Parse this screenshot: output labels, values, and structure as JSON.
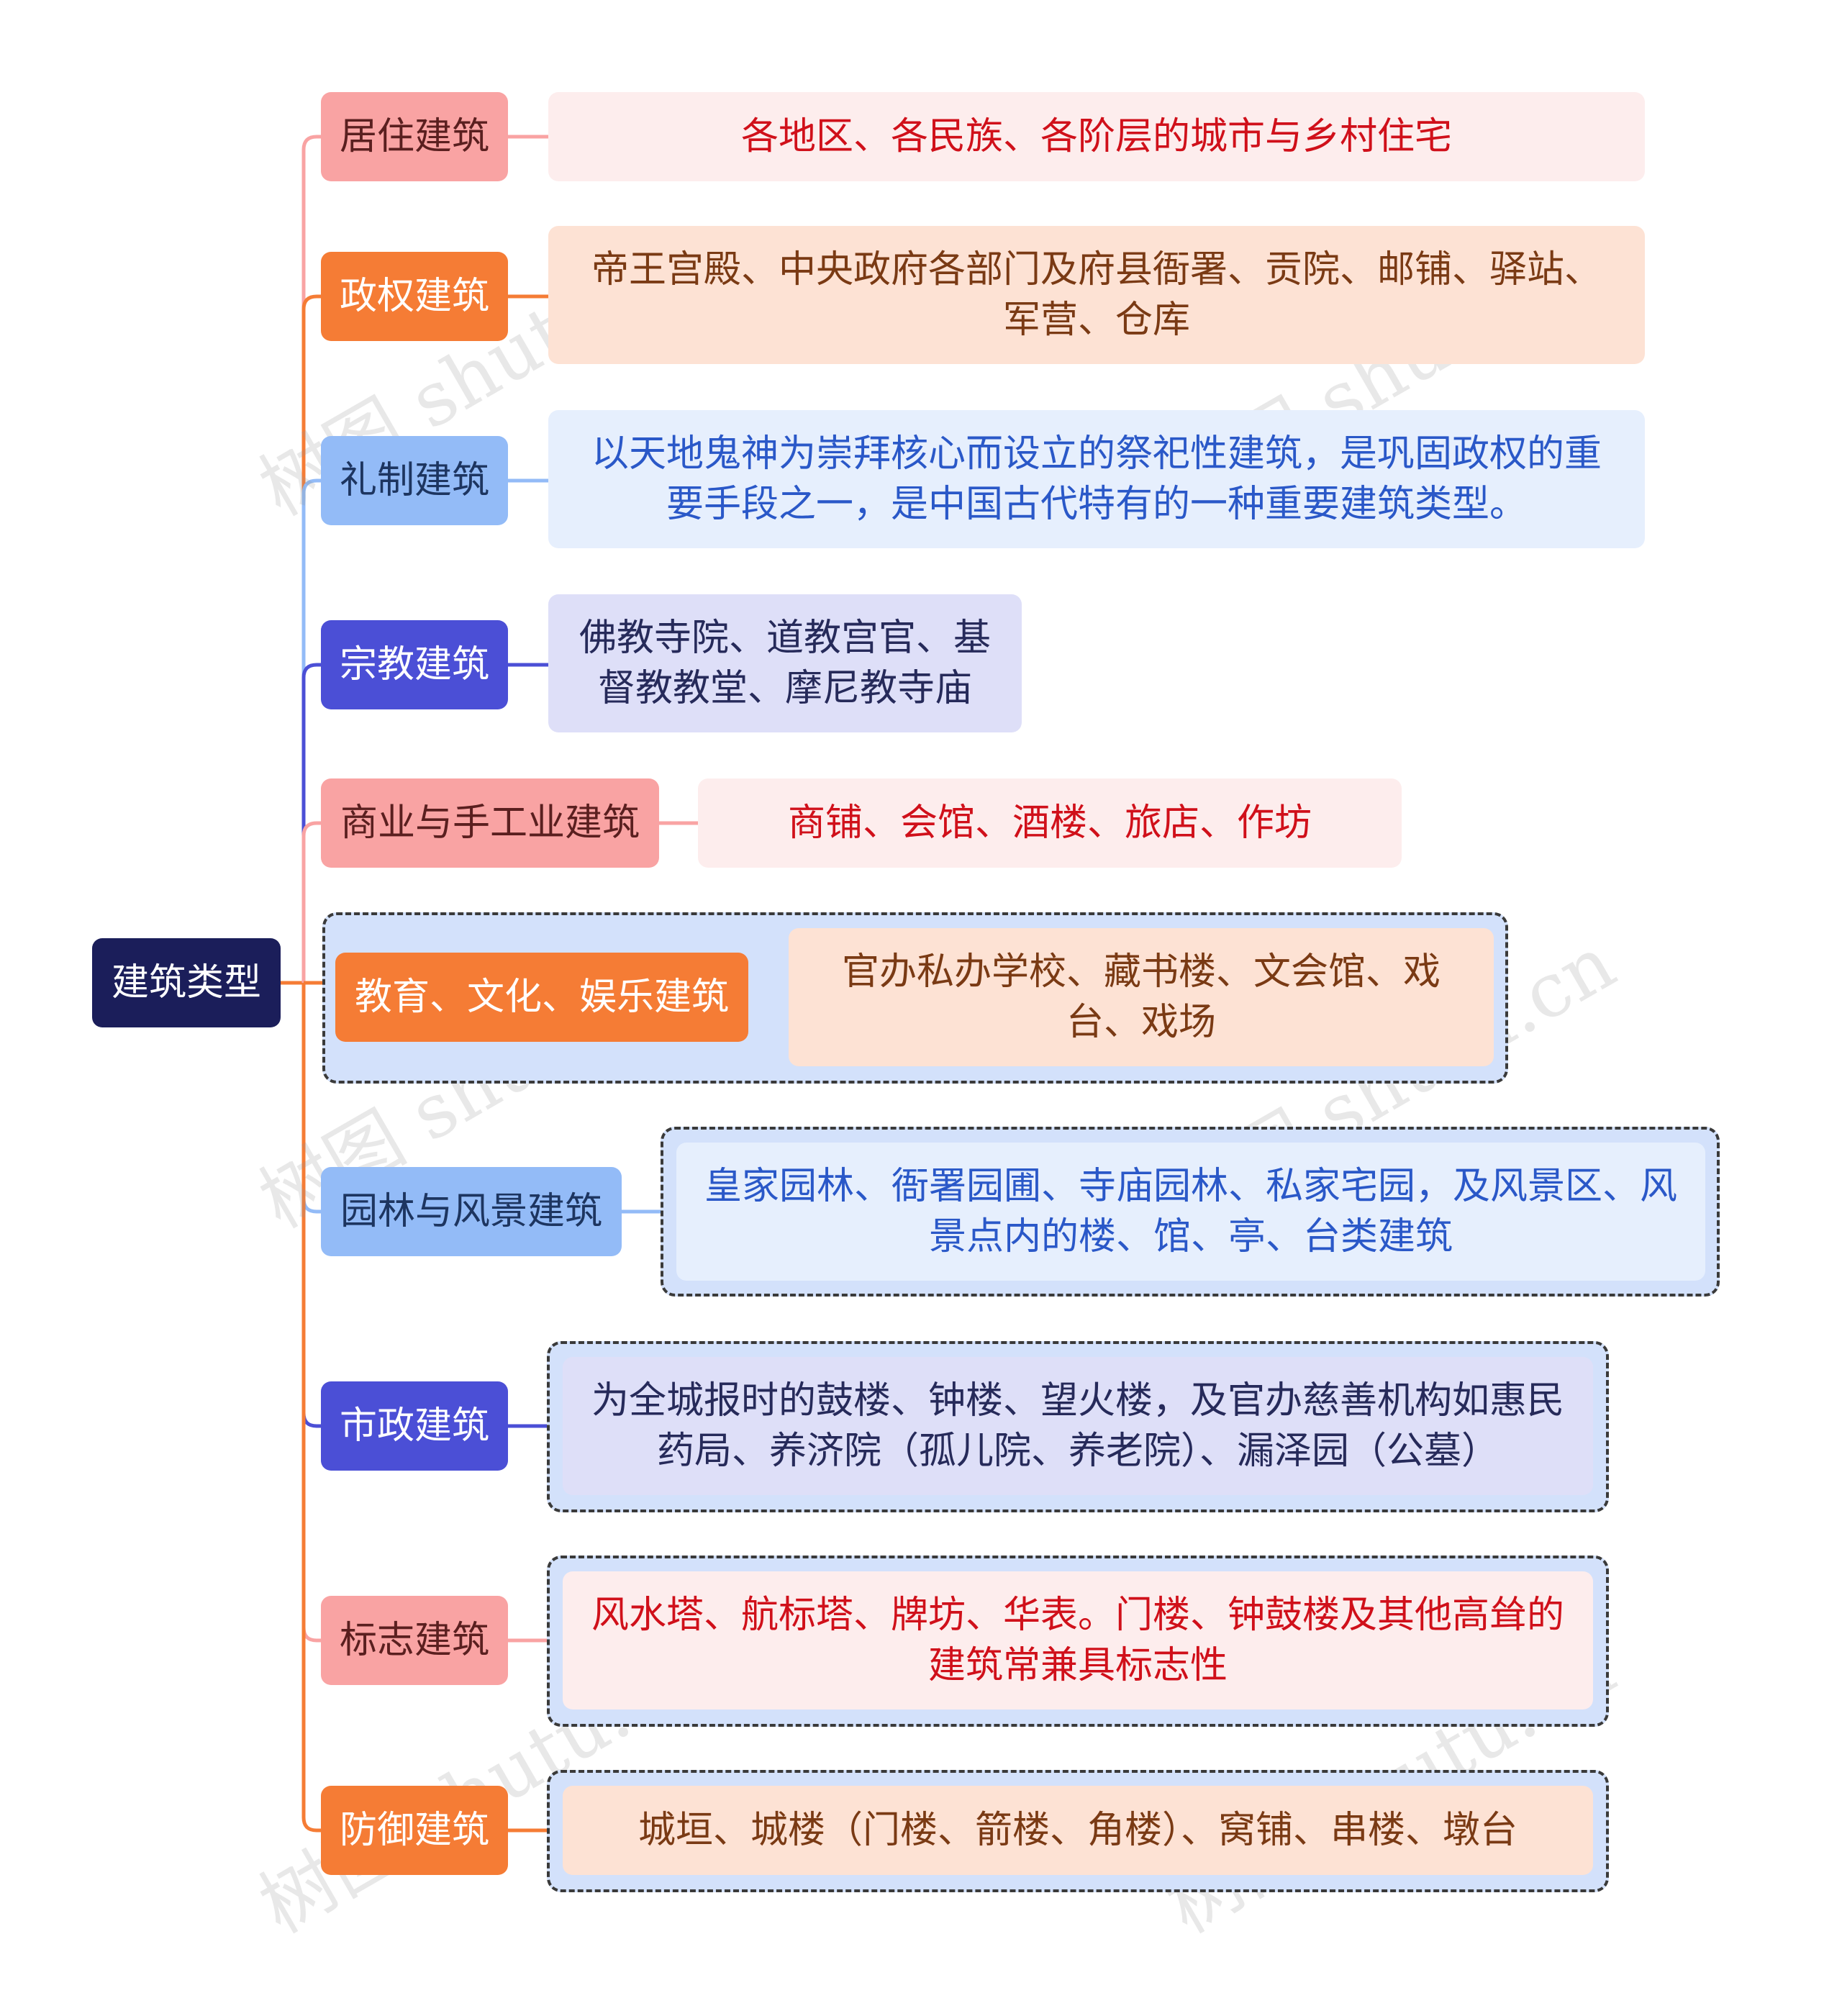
{
  "root": {
    "label": "建筑类型"
  },
  "branches": [
    {
      "id": "residential",
      "label": "居住建筑",
      "detail": "各地区、各民族、各阶层的城市与乡村住宅"
    },
    {
      "id": "political",
      "label": "政权建筑",
      "detail": "帝王宫殿、中央政府各部门及府县衙署、贡院、邮铺、驿站、军营、仓库"
    },
    {
      "id": "ritual",
      "label": "礼制建筑",
      "detail": "以天地鬼神为崇拜核心而设立的祭祀性建筑，是巩固政权的重要手段之一，是中国古代特有的一种重要建筑类型。"
    },
    {
      "id": "religious",
      "label": "宗教建筑",
      "detail": "佛教寺院、道教宫官、基督教教堂、摩尼教寺庙"
    },
    {
      "id": "commerce",
      "label": "商业与手工业建筑",
      "detail": "商铺、会馆、酒楼、旅店、作坊"
    },
    {
      "id": "education",
      "label": "教育、文化、娱乐建筑",
      "detail": "官办私办学校、藏书楼、文会馆、戏台、戏场"
    },
    {
      "id": "garden",
      "label": "园林与风景建筑",
      "detail": "皇家园林、衙署园圃、寺庙园林、私家宅园，及风景区、风景点内的楼、馆、亭、台类建筑"
    },
    {
      "id": "municipal",
      "label": "市政建筑",
      "detail": "为全城报时的鼓楼、钟楼、望火楼，及官办慈善机构如惠民药局、养济院（孤儿院、养老院）、漏泽园（公墓）"
    },
    {
      "id": "landmark",
      "label": "标志建筑",
      "detail": "风水塔、航标塔、牌坊、华表。门楼、钟鼓楼及其他高耸的建筑常兼具标志性"
    },
    {
      "id": "defense",
      "label": "防御建筑",
      "detail": "城垣、城楼（门楼、箭楼、角楼）、窝铺、串楼、墩台"
    }
  ],
  "colors": {
    "salmon": {
      "node": "#f9a3a3",
      "text": "#5a1f1f",
      "detail_bg": "#fdeded",
      "detail_text": "#d0101a"
    },
    "orange": {
      "node": "#f57c35",
      "text": "#ffffff",
      "detail_bg": "#fde2d4",
      "detail_text": "#7a3a14"
    },
    "lightblue": {
      "node": "#93bbf7",
      "text": "#1d3560",
      "detail_bg": "#e6effd",
      "detail_text": "#2a58c8"
    },
    "indigo": {
      "node": "#4b4fd6",
      "text": "#ffffff",
      "detail_bg": "#dedff8",
      "detail_text": "#262a5a"
    },
    "group_bg": "#d3e1fb",
    "root_bg": "#1b1e5a"
  },
  "watermark": "树图 shutu.cn"
}
